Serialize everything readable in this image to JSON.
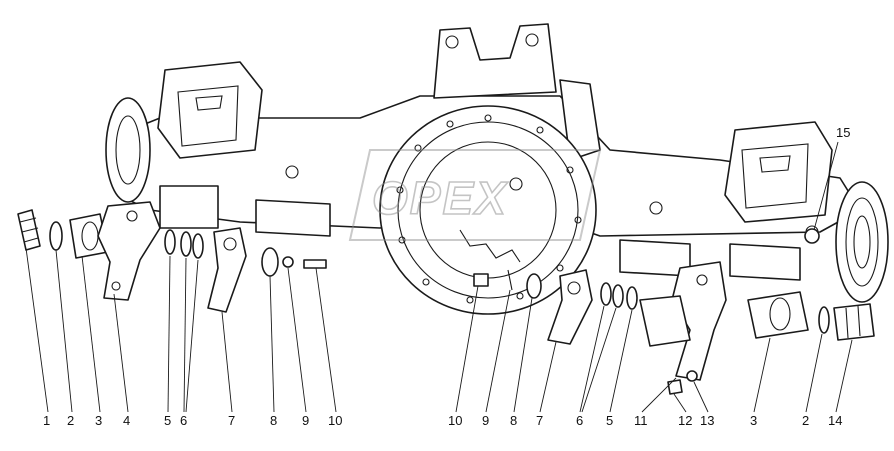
{
  "diagram": {
    "watermark_text": "OPEX",
    "callouts": {
      "c1": "1",
      "c2": "2",
      "c3": "3",
      "c4": "4",
      "c5": "5",
      "c6": "6",
      "c7": "7",
      "c8": "8",
      "c9": "9",
      "c10": "10",
      "c11": "10",
      "c12": "9",
      "c13": "8",
      "c14": "7",
      "c15": "6",
      "c16": "5",
      "c17": "11",
      "c18": "12",
      "c19": "13",
      "c20": "3",
      "c21": "2",
      "c22": "14",
      "c23": "15"
    }
  }
}
